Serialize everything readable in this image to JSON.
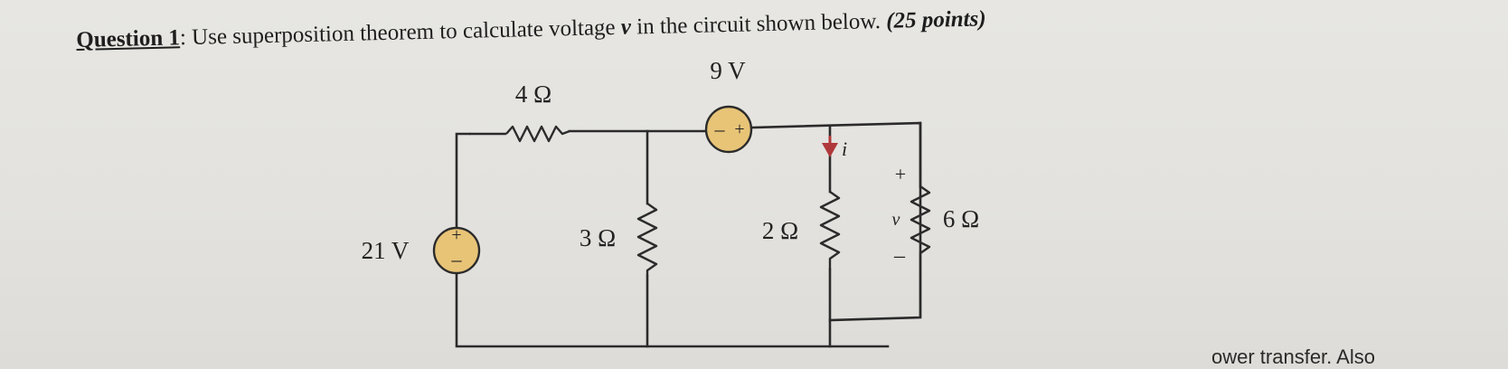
{
  "question": {
    "label": "Question 1",
    "colon": ":",
    "text_before": " Use superposition theorem to calculate voltage ",
    "variable": "v",
    "text_after": " in the circuit shown below. ",
    "points": "(25 points)"
  },
  "circuit": {
    "resistor_top": "4 Ω",
    "source_top": "9 V",
    "source_left": "21 V",
    "resistor_3": "3 Ω",
    "resistor_2": "2 Ω",
    "resistor_6": "6 Ω",
    "current_label": "i",
    "voltage_label": "v",
    "plus_sign": "+",
    "minus_sign": "–"
  },
  "footer": {
    "partial_text": "ower transfer. Also"
  },
  "colors": {
    "wire": "#2b2b2b",
    "source_fill": "#e8c477",
    "arrow": "#b0383a"
  }
}
